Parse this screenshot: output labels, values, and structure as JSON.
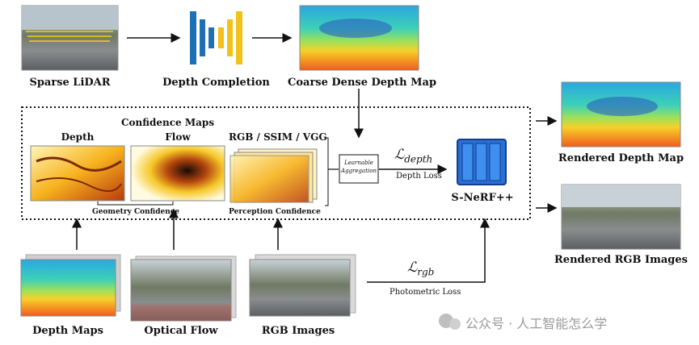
{
  "top": {
    "sparse_lidar": "Sparse LiDAR",
    "depth_completion": "Depth Completion",
    "coarse_dense_depth_map": "Coarse Dense Depth Map"
  },
  "confidence": {
    "title": "Confidence Maps",
    "depth": "Depth",
    "flow": "Flow",
    "rgb_ssim_vgg": "RGB / SSIM / VGG",
    "geometry_confidence": "Geometry Confidence",
    "perception_confidence": "Perception Confidence"
  },
  "aggregation": {
    "line1": "Learnable",
    "line2": "Aggregation"
  },
  "losses": {
    "depth_symbol": "ℒ",
    "depth_sub": "depth",
    "depth_loss": "Depth Loss",
    "rgb_symbol": "ℒ",
    "rgb_sub": "rgb",
    "photometric_loss": "Photometric Loss"
  },
  "model": {
    "name": "S-NeRF++"
  },
  "outputs": {
    "rendered_depth_map": "Rendered Depth Map",
    "rendered_rgb_images": "Rendered RGB Images"
  },
  "inputs": {
    "depth_maps": "Depth Maps",
    "optical_flow": "Optical Flow",
    "rgb_images": "RGB Images"
  },
  "watermark": {
    "text": "公众号 · 人工智能怎么学"
  },
  "colors": {
    "blue": "#1f6fb5",
    "yellow": "#f2c21a",
    "snerf_blue": "#2a6fd6",
    "arrow": "#111111"
  }
}
